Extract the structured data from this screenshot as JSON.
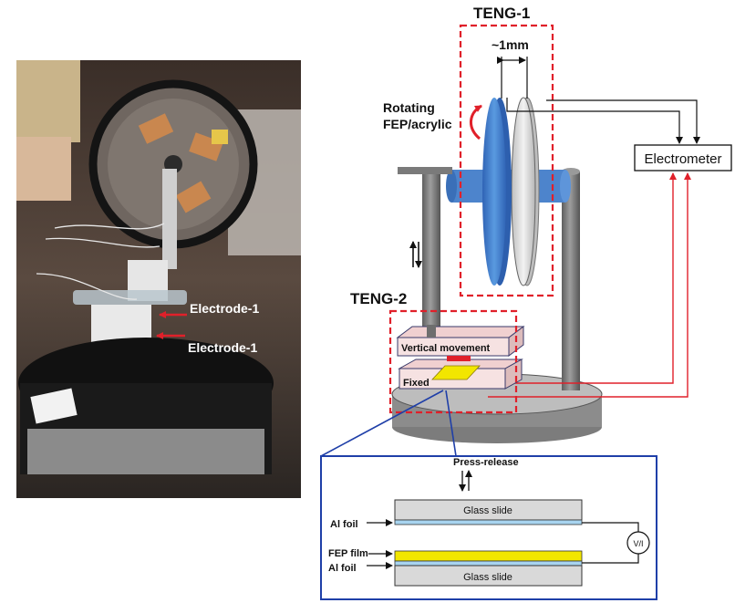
{
  "photo": {
    "electrode_label_1": "Electrode-1",
    "electrode_label_2": "Electrode-1"
  },
  "schematic": {
    "teng1_title": "TENG-1",
    "gap_label": "~1mm",
    "rotating_label_line1": "Rotating",
    "rotating_label_line2": "FEP/acrylic",
    "electrometer_label": "Electrometer",
    "teng2_title": "TENG-2",
    "vertical_movement_label": "Vertical movement",
    "fixed_label": "Fixed"
  },
  "inset": {
    "press_release_label": "Press-release",
    "top_glass_label": "Glass slide",
    "bottom_glass_label": "Glass slide",
    "al_foil_top_label": "Al foil",
    "fep_film_label": "FEP film",
    "al_foil_bottom_label": "Al foil",
    "meter_label": "V/I"
  },
  "colors": {
    "teng_box_dash": "#e0202a",
    "wire_red": "#e0202a",
    "wire_black": "#111111",
    "inset_border": "#1f3fa8",
    "fep_disk_blue": "#3f7fd0",
    "fep_film_yellow": "#f2e600",
    "al_foil_blue": "#a8d4f0",
    "glass_gray": "#d9d9d9",
    "block_pink": "#f4dede",
    "base_gray": "#8c8c8c"
  }
}
